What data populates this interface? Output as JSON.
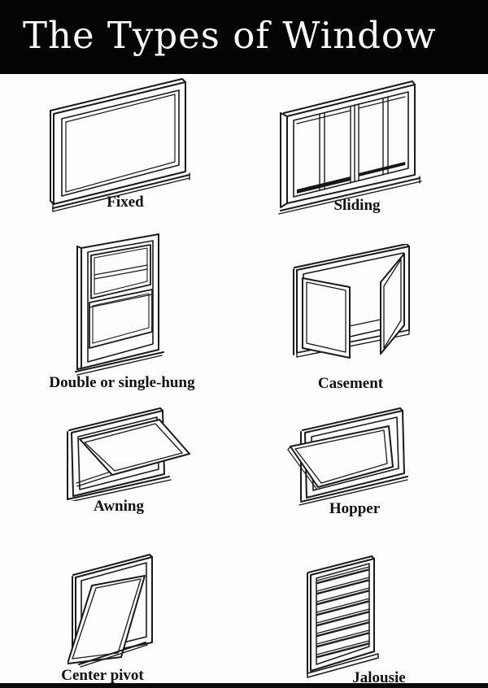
{
  "header": {
    "title": "The Types of Window"
  },
  "windows": [
    {
      "id": "fixed",
      "label": "Fixed"
    },
    {
      "id": "sliding",
      "label": "Sliding"
    },
    {
      "id": "double-hung",
      "label": "Double or single-hung"
    },
    {
      "id": "casement",
      "label": "Casement"
    },
    {
      "id": "awning",
      "label": "Awning"
    },
    {
      "id": "hopper",
      "label": "Hopper"
    },
    {
      "id": "center-pivot",
      "label": "Center pivot"
    },
    {
      "id": "jalousie",
      "label": "Jalousie"
    }
  ],
  "colors": {
    "banner": "#040404",
    "background": "#fdfdfd",
    "line": "#1a1a1a",
    "footer_bar": "#0a0a0a"
  }
}
